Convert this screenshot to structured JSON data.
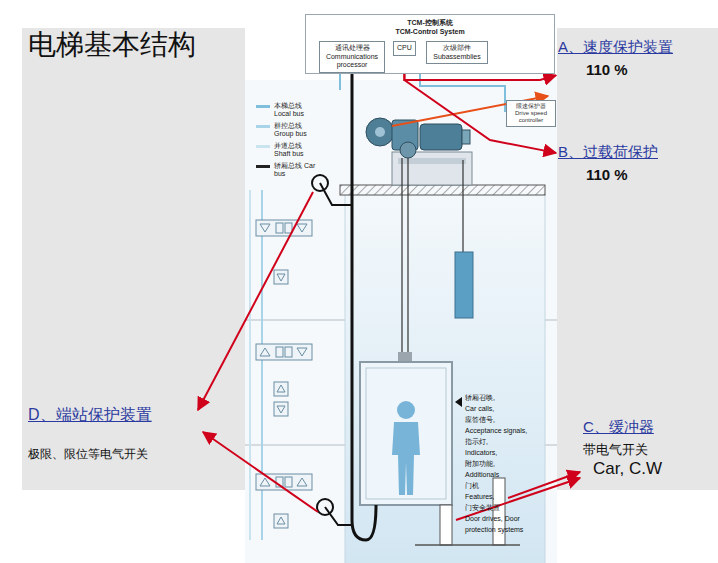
{
  "diagram": {
    "title": "电梯基本结构",
    "nodes": [
      {
        "text": [
          "TCM-控制系统",
          "TCM-Control System"
        ]
      },
      {
        "text": [
          "通讯处理器 Communications processor"
        ],
        "in": 0
      },
      {
        "text": [
          "CPU"
        ],
        "in": 0
      },
      {
        "text": [
          "次级部件 Subassemblies"
        ],
        "in": 0
      },
      {
        "text": [
          "限速保护器 Drive speed controller"
        ]
      },
      {
        "text": [
          "A、速度保护装置",
          "110 %"
        ]
      },
      {
        "text": [
          "B、过载荷保护",
          "110 %"
        ]
      },
      {
        "text": [
          "C、缓冲器",
          "带电气开关",
          "Car, C.W"
        ]
      },
      {
        "text": [
          "D、端站保护装置",
          "极限、限位等电气开关"
        ]
      }
    ],
    "edges": [
      {
        "from": 2,
        "to": 5,
        "arrow": "to"
      },
      {
        "from": 2,
        "to": 6,
        "arrow": "to"
      }
    ],
    "labels": [
      "轿厢召唤,",
      "Car calls,",
      "应答信号,",
      "Acceptance signals,",
      "指示灯,",
      "Indicators,",
      "附加功能,",
      "Additionals",
      "门机",
      "Features,",
      "门安全装置",
      "Door drives, Door",
      "protection systems"
    ],
    "legend": [
      {
        "text": "本梯总线 Local bus",
        "color": "#7fbfdc"
      },
      {
        "text": "群控总线 Group bus",
        "color": "#a9d3e8"
      },
      {
        "text": "并道总线 Shaft bus",
        "color": "#c9e3ef"
      },
      {
        "text": "轿厢总线 Car bus",
        "color": "#222222"
      }
    ]
  }
}
